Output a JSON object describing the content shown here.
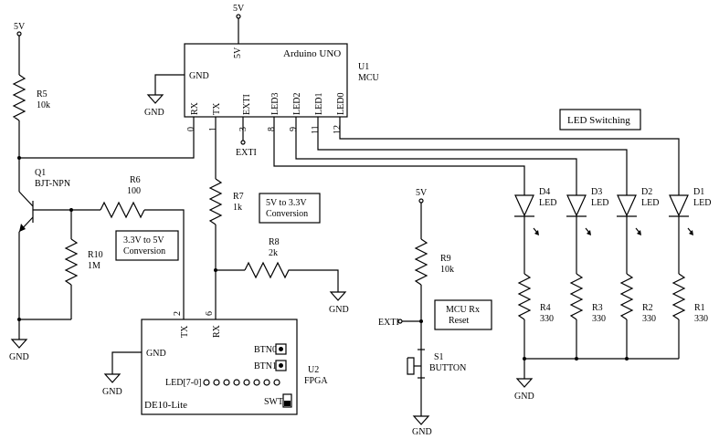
{
  "mcu": {
    "name": "Arduino UNO",
    "ref": "U1",
    "type": "MCU",
    "vcc": "5V",
    "gnd": "GND",
    "pins": [
      {
        "label": "RX",
        "num": "0"
      },
      {
        "label": "TX",
        "num": "1"
      },
      {
        "label": "EXTI",
        "num": "3"
      },
      {
        "label": "LED3",
        "num": "8"
      },
      {
        "label": "LED2",
        "num": "9"
      },
      {
        "label": "LED1",
        "num": "11"
      },
      {
        "label": "LED0",
        "num": "12"
      }
    ],
    "supply": "5V"
  },
  "fpga": {
    "name": "DE10-Lite",
    "ref": "U2",
    "type": "FPGA",
    "gnd": "GND",
    "tx": "TX",
    "tx_num": "2",
    "rx": "RX",
    "rx_num": "6",
    "btn0": "BTN0",
    "btn1": "BTN1",
    "leds": "LED[7-0]",
    "swt": "SWT"
  },
  "left": {
    "vcc": "5V",
    "r5_ref": "R5",
    "r5_val": "10k",
    "q1_ref": "Q1",
    "q1_type": "BJT-NPN",
    "r6_ref": "R6",
    "r6_val": "100",
    "r10_ref": "R10",
    "r10_val": "1M",
    "gnd": "GND",
    "gnd_fpga": "GND",
    "gnd_mcu": "GND",
    "box_33to5": "3.3V to 5V\nConversion"
  },
  "middle": {
    "r7_ref": "R7",
    "r7_val": "1k",
    "r8_ref": "R8",
    "r8_val": "2k",
    "gnd": "GND",
    "box_5to33": "5V to 3.3V\nConversion",
    "exti_label": "EXTI"
  },
  "reset": {
    "vcc": "5V",
    "r9_ref": "R9",
    "r9_val": "10k",
    "exti": "EXTI",
    "s1_ref": "S1",
    "s1_type": "BUTTON",
    "gnd": "GND",
    "box": "MCU Rx\nReset"
  },
  "leds": {
    "title": "LED Switching",
    "gnd": "GND",
    "items": [
      {
        "ref": "D4",
        "type": "LED",
        "r_ref": "R4",
        "r_val": "330"
      },
      {
        "ref": "D3",
        "type": "LED",
        "r_ref": "R3",
        "r_val": "330"
      },
      {
        "ref": "D2",
        "type": "LED",
        "r_ref": "R2",
        "r_val": "330"
      },
      {
        "ref": "D1",
        "type": "LED",
        "r_ref": "R1",
        "r_val": "330"
      }
    ]
  }
}
